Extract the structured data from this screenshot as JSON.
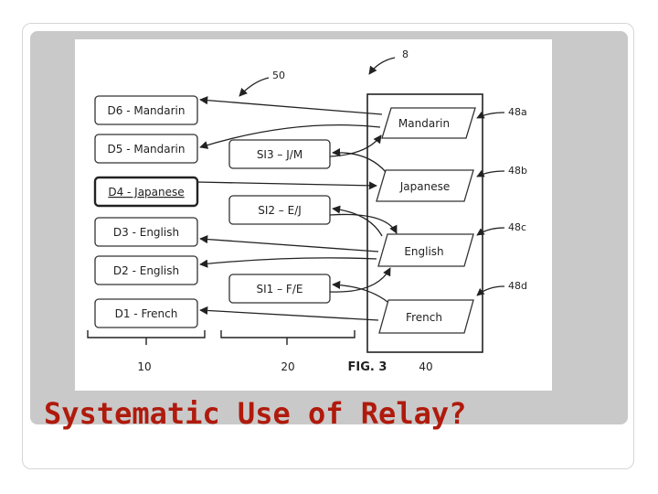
{
  "slide": {
    "title": "Systematic Use of Relay?"
  },
  "figure": {
    "caption": "FIG. 3",
    "refs": {
      "system": "8",
      "arrow": "50",
      "col_d": "10",
      "col_si": "20",
      "col_lang": "40"
    },
    "d_boxes": [
      "D6 - Mandarin",
      "D5 - Mandarin",
      "D4 - Japanese",
      "D3 - English",
      "D2 - English",
      "D1 - French"
    ],
    "si_boxes": [
      "SI3 – J/M",
      "SI2 – E/J",
      "SI1 – F/E"
    ],
    "languages": [
      {
        "label": "Mandarin",
        "ref": "48a"
      },
      {
        "label": "Japanese",
        "ref": "48b"
      },
      {
        "label": "English",
        "ref": "48c"
      },
      {
        "label": "French",
        "ref": "48d"
      }
    ]
  }
}
